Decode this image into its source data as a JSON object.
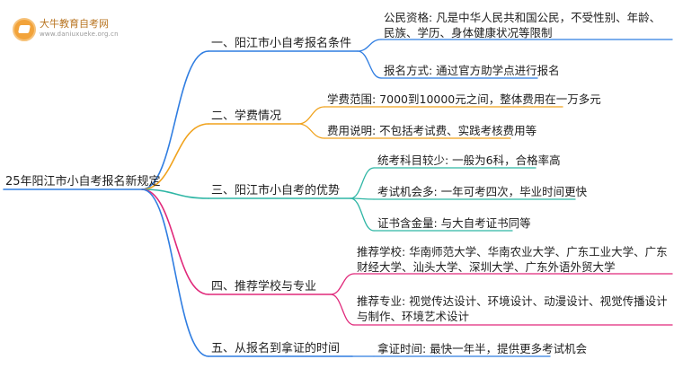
{
  "logo": {
    "name": "大牛教育自考网",
    "url": "www.daniuxueke.org.cn"
  },
  "root": {
    "label": "25年阳江市小自考报名新规定"
  },
  "branches": [
    {
      "label": "一、阳江市小自考报名条件",
      "color": "#2f7de1",
      "leaves": [
        "公民资格: 凡是中华人民共和国公民，不受性别、年龄、民族、学历、身体健康状况等限制",
        "报名方式: 通过官方助学点进行报名"
      ]
    },
    {
      "label": "二、学费情况",
      "color": "#f0a21c",
      "leaves": [
        "学费范围: 7000到10000元之间，整体费用在一万多元",
        "费用说明: 不包括考试费、实践考核费用等"
      ]
    },
    {
      "label": "三、阳江市小自考的优势",
      "color": "#2fb6a5",
      "leaves": [
        "统考科目较少: 一般为6科，合格率高",
        "考试机会多: 一年可考四次，毕业时间更快",
        "证书含金量: 与大自考证书同等"
      ]
    },
    {
      "label": "四、推荐学校与专业",
      "color": "#e0287a",
      "leaves": [
        "推荐学校: 华南师范大学、华南农业大学、广东工业大学、广东财经大学、汕头大学、深圳大学、广东外语外贸大学",
        "推荐专业: 视觉传达设计、环境设计、动漫设计、视觉传播设计与制作、环境艺术设计"
      ]
    },
    {
      "label": "五、从报名到拿证的时间",
      "color": "#2f7de1",
      "leaves": [
        "拿证时间: 最快一年半，提供更多考试机会"
      ]
    }
  ]
}
